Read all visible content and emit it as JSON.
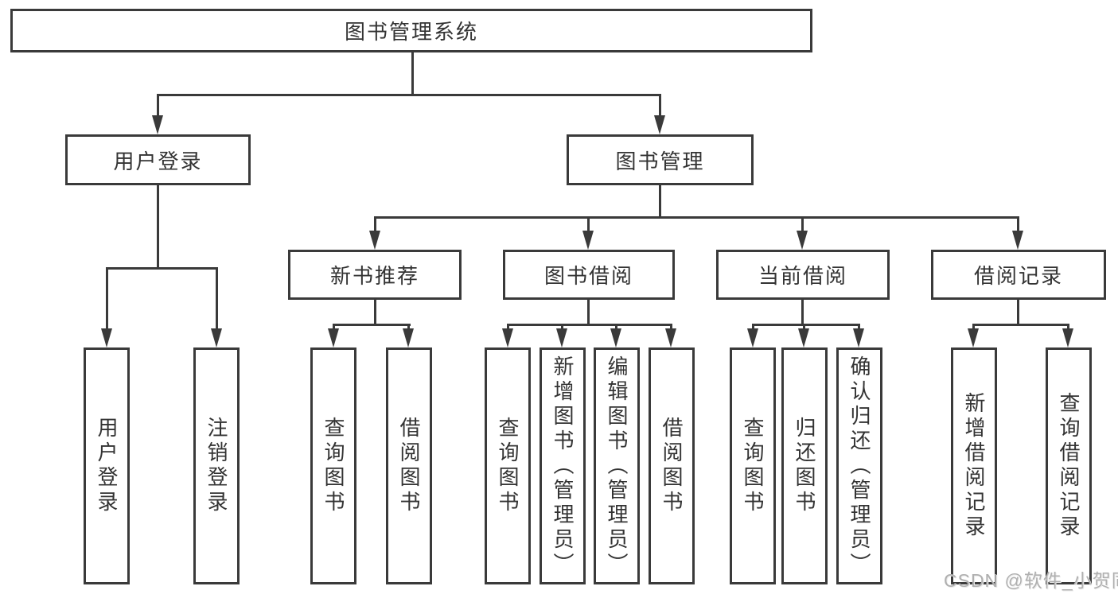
{
  "diagram": {
    "title": "图书管理系统",
    "type": "hierarchy-tree",
    "colors": {
      "line": "#3a3a3a",
      "text": "#333333",
      "background": "#ffffff",
      "watermark": "#b0b0b0"
    },
    "root": {
      "label": "图书管理系统",
      "children": [
        {
          "label": "用户登录",
          "children": [
            {
              "label": "用户登录"
            },
            {
              "label": "注销登录"
            }
          ]
        },
        {
          "label": "图书管理",
          "children": [
            {
              "label": "新书推荐",
              "children": [
                {
                  "label": "查询图书"
                },
                {
                  "label": "借阅图书"
                }
              ]
            },
            {
              "label": "图书借阅",
              "children": [
                {
                  "label": "查询图书"
                },
                {
                  "label": "新增图书（管理员）"
                },
                {
                  "label": "编辑图书（管理员）"
                },
                {
                  "label": "借阅图书"
                }
              ]
            },
            {
              "label": "当前借阅",
              "children": [
                {
                  "label": "查询图书"
                },
                {
                  "label": "归还图书"
                },
                {
                  "label": "确认归还（管理员）"
                }
              ]
            },
            {
              "label": "借阅记录",
              "children": [
                {
                  "label": "新增借阅记录"
                },
                {
                  "label": "查询借阅记录"
                }
              ]
            }
          ]
        }
      ]
    },
    "watermark": "CSDN @软件_小贺同学"
  }
}
